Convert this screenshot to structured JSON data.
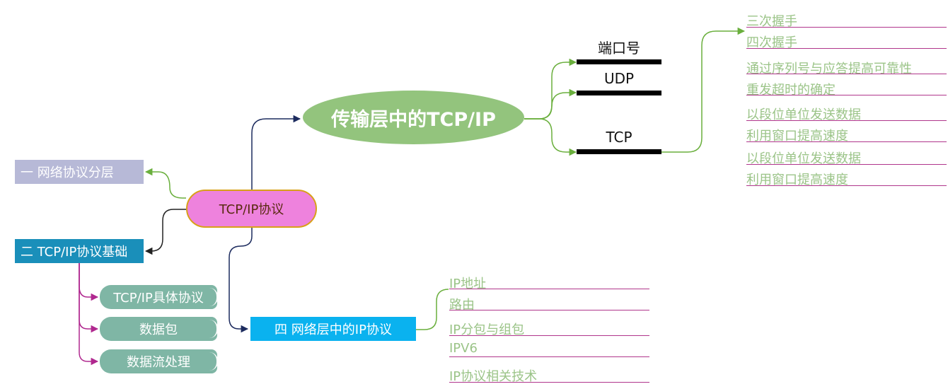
{
  "root": "TCP/IP协议",
  "transport": {
    "label": "传输层中的TCP/IP",
    "children": [
      {
        "label": "端口号"
      },
      {
        "label": "UDP"
      },
      {
        "label": "TCP",
        "children": [
          "三次握手",
          "四次握手",
          "通过序列号与应答提高可靠性",
          "重发超时的确定",
          "以段位单位发送数据",
          "利用窗口提高速度",
          "以段位单位发送数据",
          "利用窗口提高速度"
        ]
      }
    ]
  },
  "layer1": {
    "label": "一  网络协议分层"
  },
  "layer2": {
    "label": "二 TCP/IP协议基础",
    "children": [
      "TCP/IP具体协议",
      "数据包",
      "数据流处理"
    ]
  },
  "layer4": {
    "label": "四 网络层中的IP协议",
    "children": [
      "IP地址",
      "路由",
      "IP分包与组包",
      "IPV6",
      "IP协议相关技术"
    ]
  },
  "colors": {
    "root_fill": "#ee82dd",
    "root_border": "#d8a01a",
    "transport_fill": "#93c47d",
    "layer1_fill": "#b7b9d7",
    "layer2_fill": "#1a8fba",
    "layer4_fill": "#0ab2ef",
    "pill_fill": "#7fb6a5",
    "leaf_text": "#9bc488",
    "leaf_rule": "#b0368c",
    "green_link": "#6aaf3d",
    "navy_link": "#1c2b5e",
    "magenta_link": "#b0288f"
  }
}
